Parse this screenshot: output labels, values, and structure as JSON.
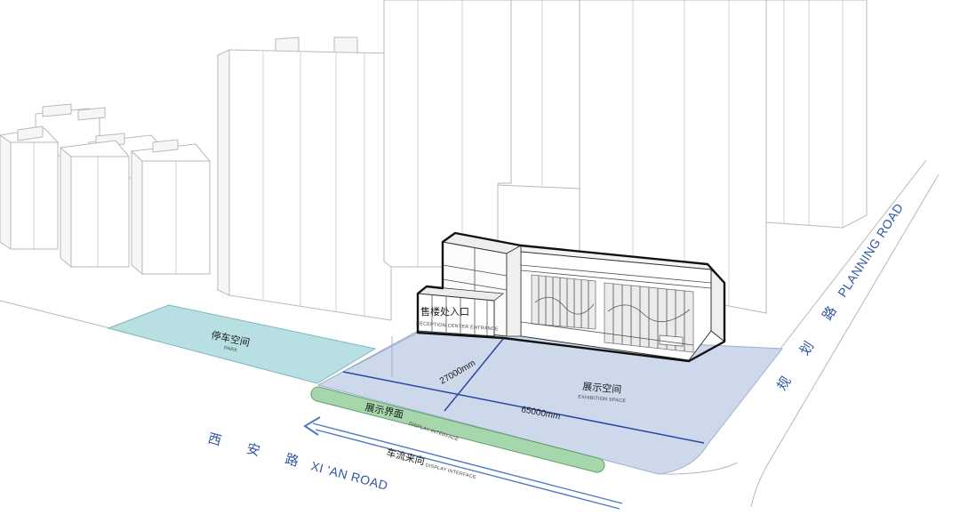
{
  "labels": {
    "reception_entrance_cn": "售楼处入口",
    "reception_entrance_en": "RECEPTION CENTER ENTRANCE",
    "parking_cn": "停车空间",
    "parking_en": "PARK",
    "exhibition_cn": "展示空间",
    "exhibition_en": "EXHIBITION SPACE",
    "dim_width": "27000mm",
    "dim_length": "65000mm",
    "display_interface_cn": "展示界面",
    "display_interface_en": "DISPLAY INTERFACE",
    "traffic_cn": "车流来向",
    "traffic_en": "DISPLAY INTERFACE"
  },
  "roads": {
    "xian": {
      "cn": [
        "西",
        "安",
        "路"
      ],
      "en": "XI 'AN ROAD"
    },
    "planning": {
      "cn": [
        "规",
        "划",
        "路"
      ],
      "en": "PLANNING ROAD"
    }
  },
  "colors": {
    "parking_fill": "#b8e0e3",
    "parking_stroke": "#7fb6bb",
    "exhibition_fill": "#cdd9ea",
    "exhibition_stroke": "#9cb0cf",
    "interface_fill": "#a6d6ab",
    "interface_stroke": "#5f9d6b",
    "dimension_line": "#2846a4",
    "traffic_arrow": "#4d7cc2",
    "road_text": "#2f55a6",
    "building_outline": "#111111"
  }
}
